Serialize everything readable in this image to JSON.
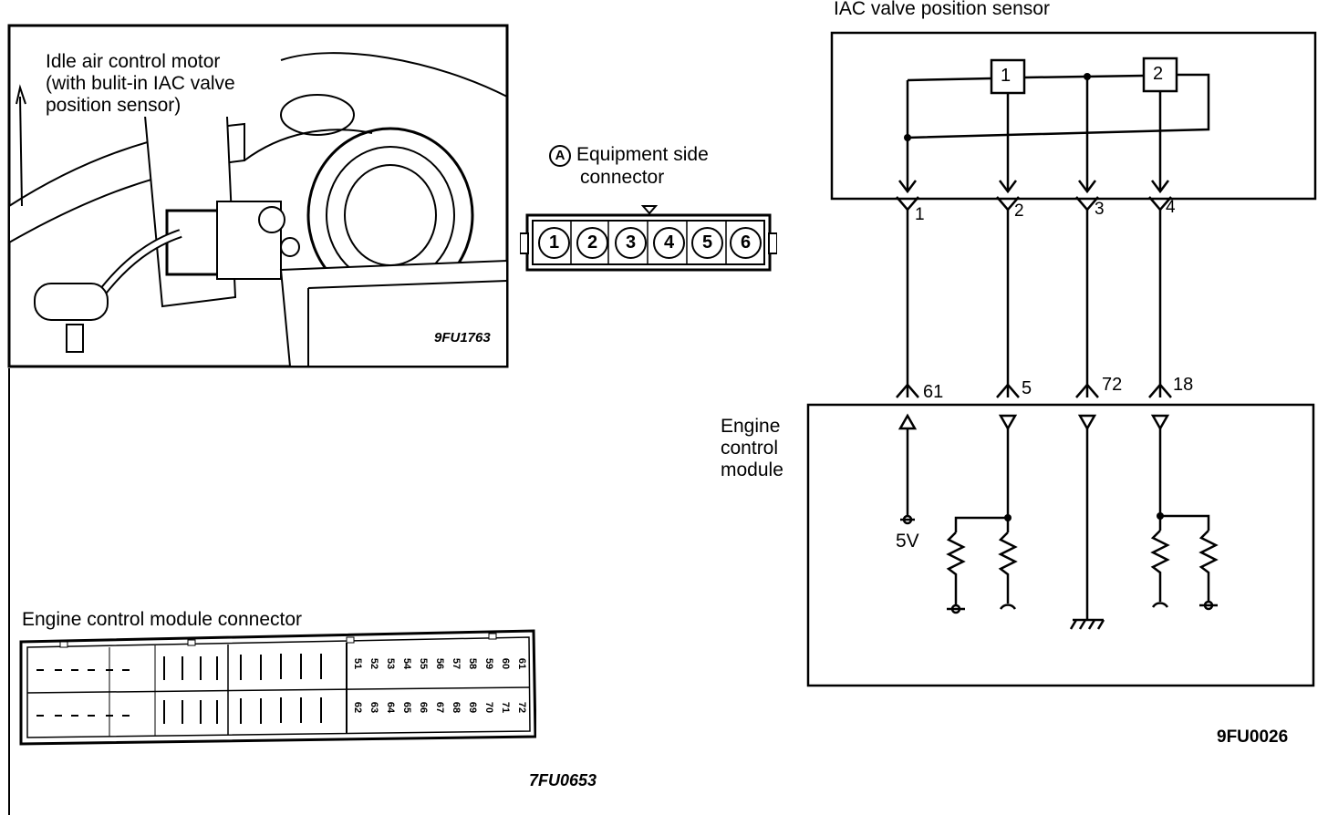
{
  "photo": {
    "caption_lines": [
      "Idle air control motor",
      "(with bulit-in IAC valve",
      "position sensor)"
    ],
    "code": "9FU1763"
  },
  "connector_a": {
    "marker": "A",
    "title_lines": [
      "Equipment side",
      "connector"
    ],
    "pins": [
      "1",
      "2",
      "3",
      "4",
      "5",
      "6"
    ]
  },
  "ecm_connector": {
    "title": "Engine control module connector",
    "code": "7FU0653",
    "right_top_pins": [
      "51",
      "52",
      "53",
      "54",
      "55",
      "56",
      "57",
      "58",
      "59",
      "60",
      "61"
    ],
    "right_bottom_pins": [
      "62",
      "63",
      "64",
      "65",
      "66",
      "67",
      "68",
      "69",
      "70",
      "71",
      "72"
    ]
  },
  "schematic": {
    "sensor_title": "IAC valve position sensor",
    "sensor_elements": [
      "1",
      "2"
    ],
    "sensor_pins": [
      "1",
      "2",
      "3",
      "4"
    ],
    "ecm_pins": [
      "61",
      "5",
      "72",
      "18"
    ],
    "ecm_label_lines": [
      "Engine",
      "control",
      "module"
    ],
    "supply_label": "5V",
    "code": "9FU0026"
  }
}
